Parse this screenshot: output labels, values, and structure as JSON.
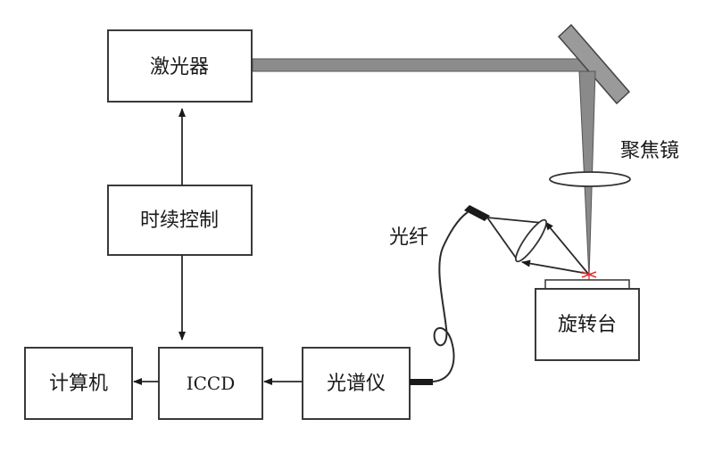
{
  "labels": {
    "laser": "激光器",
    "timing_control": "时续控制",
    "computer": "计算机",
    "iccd": "ICCD",
    "spectrometer": "光谱仪",
    "rotating_stage": "旋转台",
    "focusing_lens": "聚焦镜",
    "optical_fiber": "光纤"
  },
  "colors": {
    "beam": "#8c8c8c",
    "plasma_spark": "#e03030",
    "box_stroke": "#3a3a3a"
  }
}
